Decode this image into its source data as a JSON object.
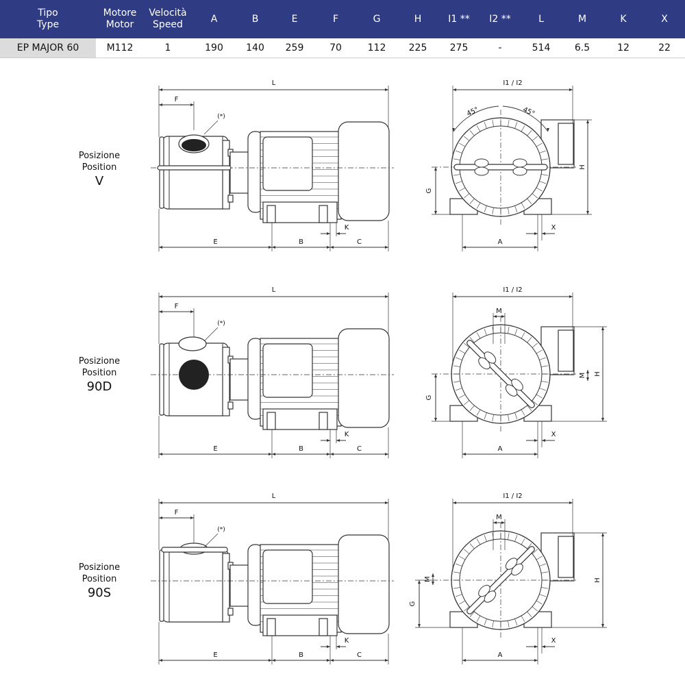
{
  "table": {
    "headers": [
      {
        "line1": "Tipo",
        "line2": "Type"
      },
      {
        "line1": "Motore",
        "line2": "Motor"
      },
      {
        "line1": "Velocità",
        "line2": "Speed"
      },
      {
        "line1": "A",
        "line2": ""
      },
      {
        "line1": "B",
        "line2": ""
      },
      {
        "line1": "E",
        "line2": ""
      },
      {
        "line1": "F",
        "line2": ""
      },
      {
        "line1": "G",
        "line2": ""
      },
      {
        "line1": "H",
        "line2": ""
      },
      {
        "line1": "I1 **",
        "line2": ""
      },
      {
        "line1": "I2 **",
        "line2": ""
      },
      {
        "line1": "L",
        "line2": ""
      },
      {
        "line1": "M",
        "line2": ""
      },
      {
        "line1": "K",
        "line2": ""
      },
      {
        "line1": "X",
        "line2": ""
      }
    ],
    "row": [
      "EP MAJOR 60",
      "M112",
      "1",
      "190",
      "140",
      "259",
      "70",
      "112",
      "225",
      "275",
      "-",
      "514",
      "6.5",
      "12",
      "22"
    ]
  },
  "colors": {
    "header_bg": "#2f3c83",
    "model_cell_bg": "#dcdcdc",
    "header_text": "#ffffff",
    "drawing_line": "#333333"
  },
  "positions": [
    {
      "line1": "Posizione",
      "line2": "Position",
      "code": "V"
    },
    {
      "line1": "Posizione",
      "line2": "Position",
      "code": "90D"
    },
    {
      "line1": "Posizione",
      "line2": "Position",
      "code": "90S"
    }
  ],
  "dim_labels": {
    "L": "L",
    "F": "F",
    "E": "E",
    "B": "B",
    "C": "C",
    "K": "K",
    "I": "I1 / I2",
    "A": "A",
    "G": "G",
    "H": "H",
    "X": "X",
    "M": "M",
    "note": "(*)",
    "angle_left": "45°",
    "angle_right": "45°"
  }
}
